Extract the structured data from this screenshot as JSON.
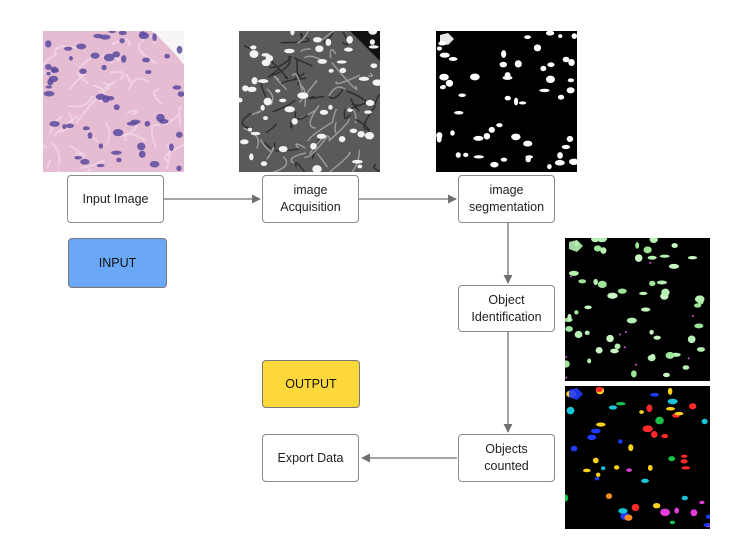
{
  "nodes": {
    "input_image": {
      "label": "Input Image"
    },
    "image_acquisition": {
      "line1": "image",
      "line2": "Acquisition"
    },
    "image_segmentation": {
      "line1": "image",
      "line2": "segmentation"
    },
    "object_identification": {
      "line1": "Object",
      "line2": "Identification"
    },
    "objects_counted": {
      "line1": "Objects",
      "line2": "counted"
    },
    "export_data": {
      "label": "Export Data"
    }
  },
  "tags": {
    "input": {
      "label": "INPUT",
      "color": "#6aa7f5"
    },
    "output": {
      "label": "OUTPUT",
      "color": "#fcd83a"
    }
  },
  "thumbnails": [
    {
      "name": "he-stained-tissue-image",
      "style": "he"
    },
    {
      "name": "grayscale-tissue-image",
      "style": "gray"
    },
    {
      "name": "binary-segmentation-mask",
      "style": "binary"
    },
    {
      "name": "identified-objects-image",
      "style": "green"
    },
    {
      "name": "counted-objects-colored-image",
      "style": "colored"
    }
  ],
  "colors": {
    "box_border": "#8a8a8a",
    "arrow": "#6f6f6f",
    "he_background": "#e6bcd3",
    "he_nuclei": "#5b4a9e"
  }
}
